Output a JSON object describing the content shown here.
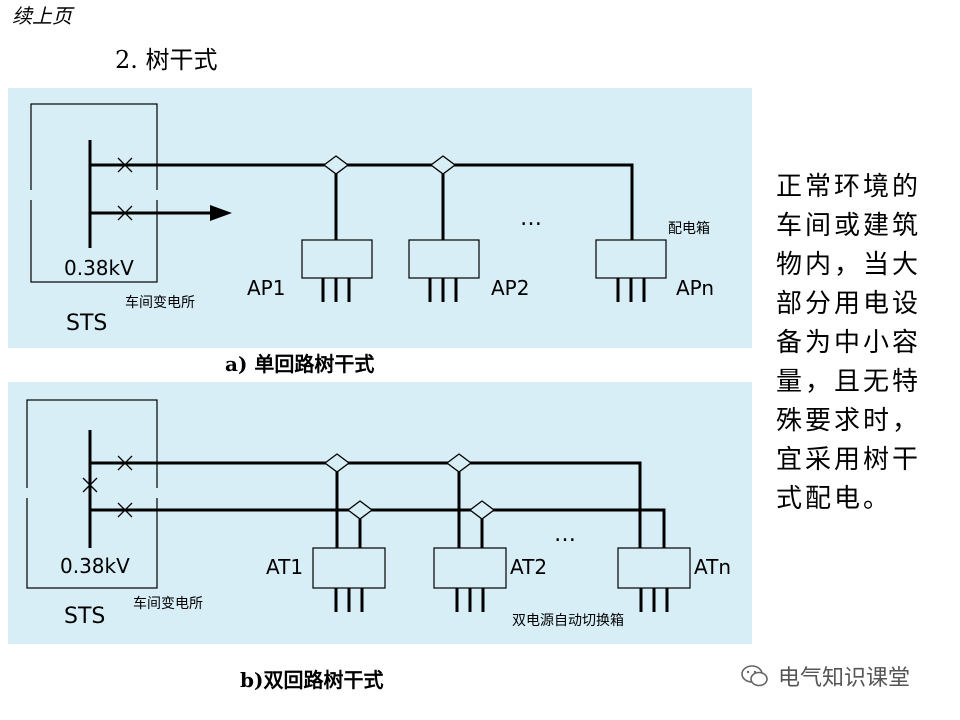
{
  "header": {
    "continued": "续上页",
    "section_title": "2. 树干式"
  },
  "diagram_a": {
    "caption": "a) 单回路树干式",
    "voltage": "0.38kV",
    "station": "STS",
    "station_label": "车间变电所",
    "box_label": "配电箱",
    "ellipsis": "…",
    "panels": [
      "AP1",
      "AP2",
      "APn"
    ]
  },
  "diagram_b": {
    "caption": "b)双回路树干式",
    "voltage": "0.38kV",
    "station": "STS",
    "station_label": "车间变电所",
    "box_label": "双电源自动切换箱",
    "ellipsis": "…",
    "panels": [
      "AT1",
      "AT2",
      "ATn"
    ]
  },
  "side_text": "正常环境的车间或建筑物内，当大部分用电设备为中小容量，且无特殊要求时，宜采用树干式配电。",
  "watermark": "电气知识课堂",
  "colors": {
    "panel_bg": "#d8eef6",
    "line": "#000000"
  }
}
